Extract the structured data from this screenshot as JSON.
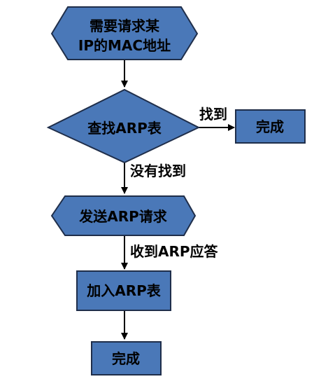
{
  "nodes": {
    "start": {
      "line1": "需要请求某",
      "line2": "IP的MAC地址"
    },
    "lookup": {
      "label": "查找ARP表"
    },
    "done_right": {
      "label": "完成"
    },
    "send": {
      "label": "发送ARP请求"
    },
    "add": {
      "label": "加入ARP表"
    },
    "done_bottom": {
      "label": "完成"
    }
  },
  "edges": {
    "found": "找到",
    "not_found": "没有找到",
    "reply": "收到ARP应答"
  },
  "colors": {
    "node_fill": "#4a78b8",
    "node_stroke": "#1f2e4a",
    "text": "#000000"
  }
}
